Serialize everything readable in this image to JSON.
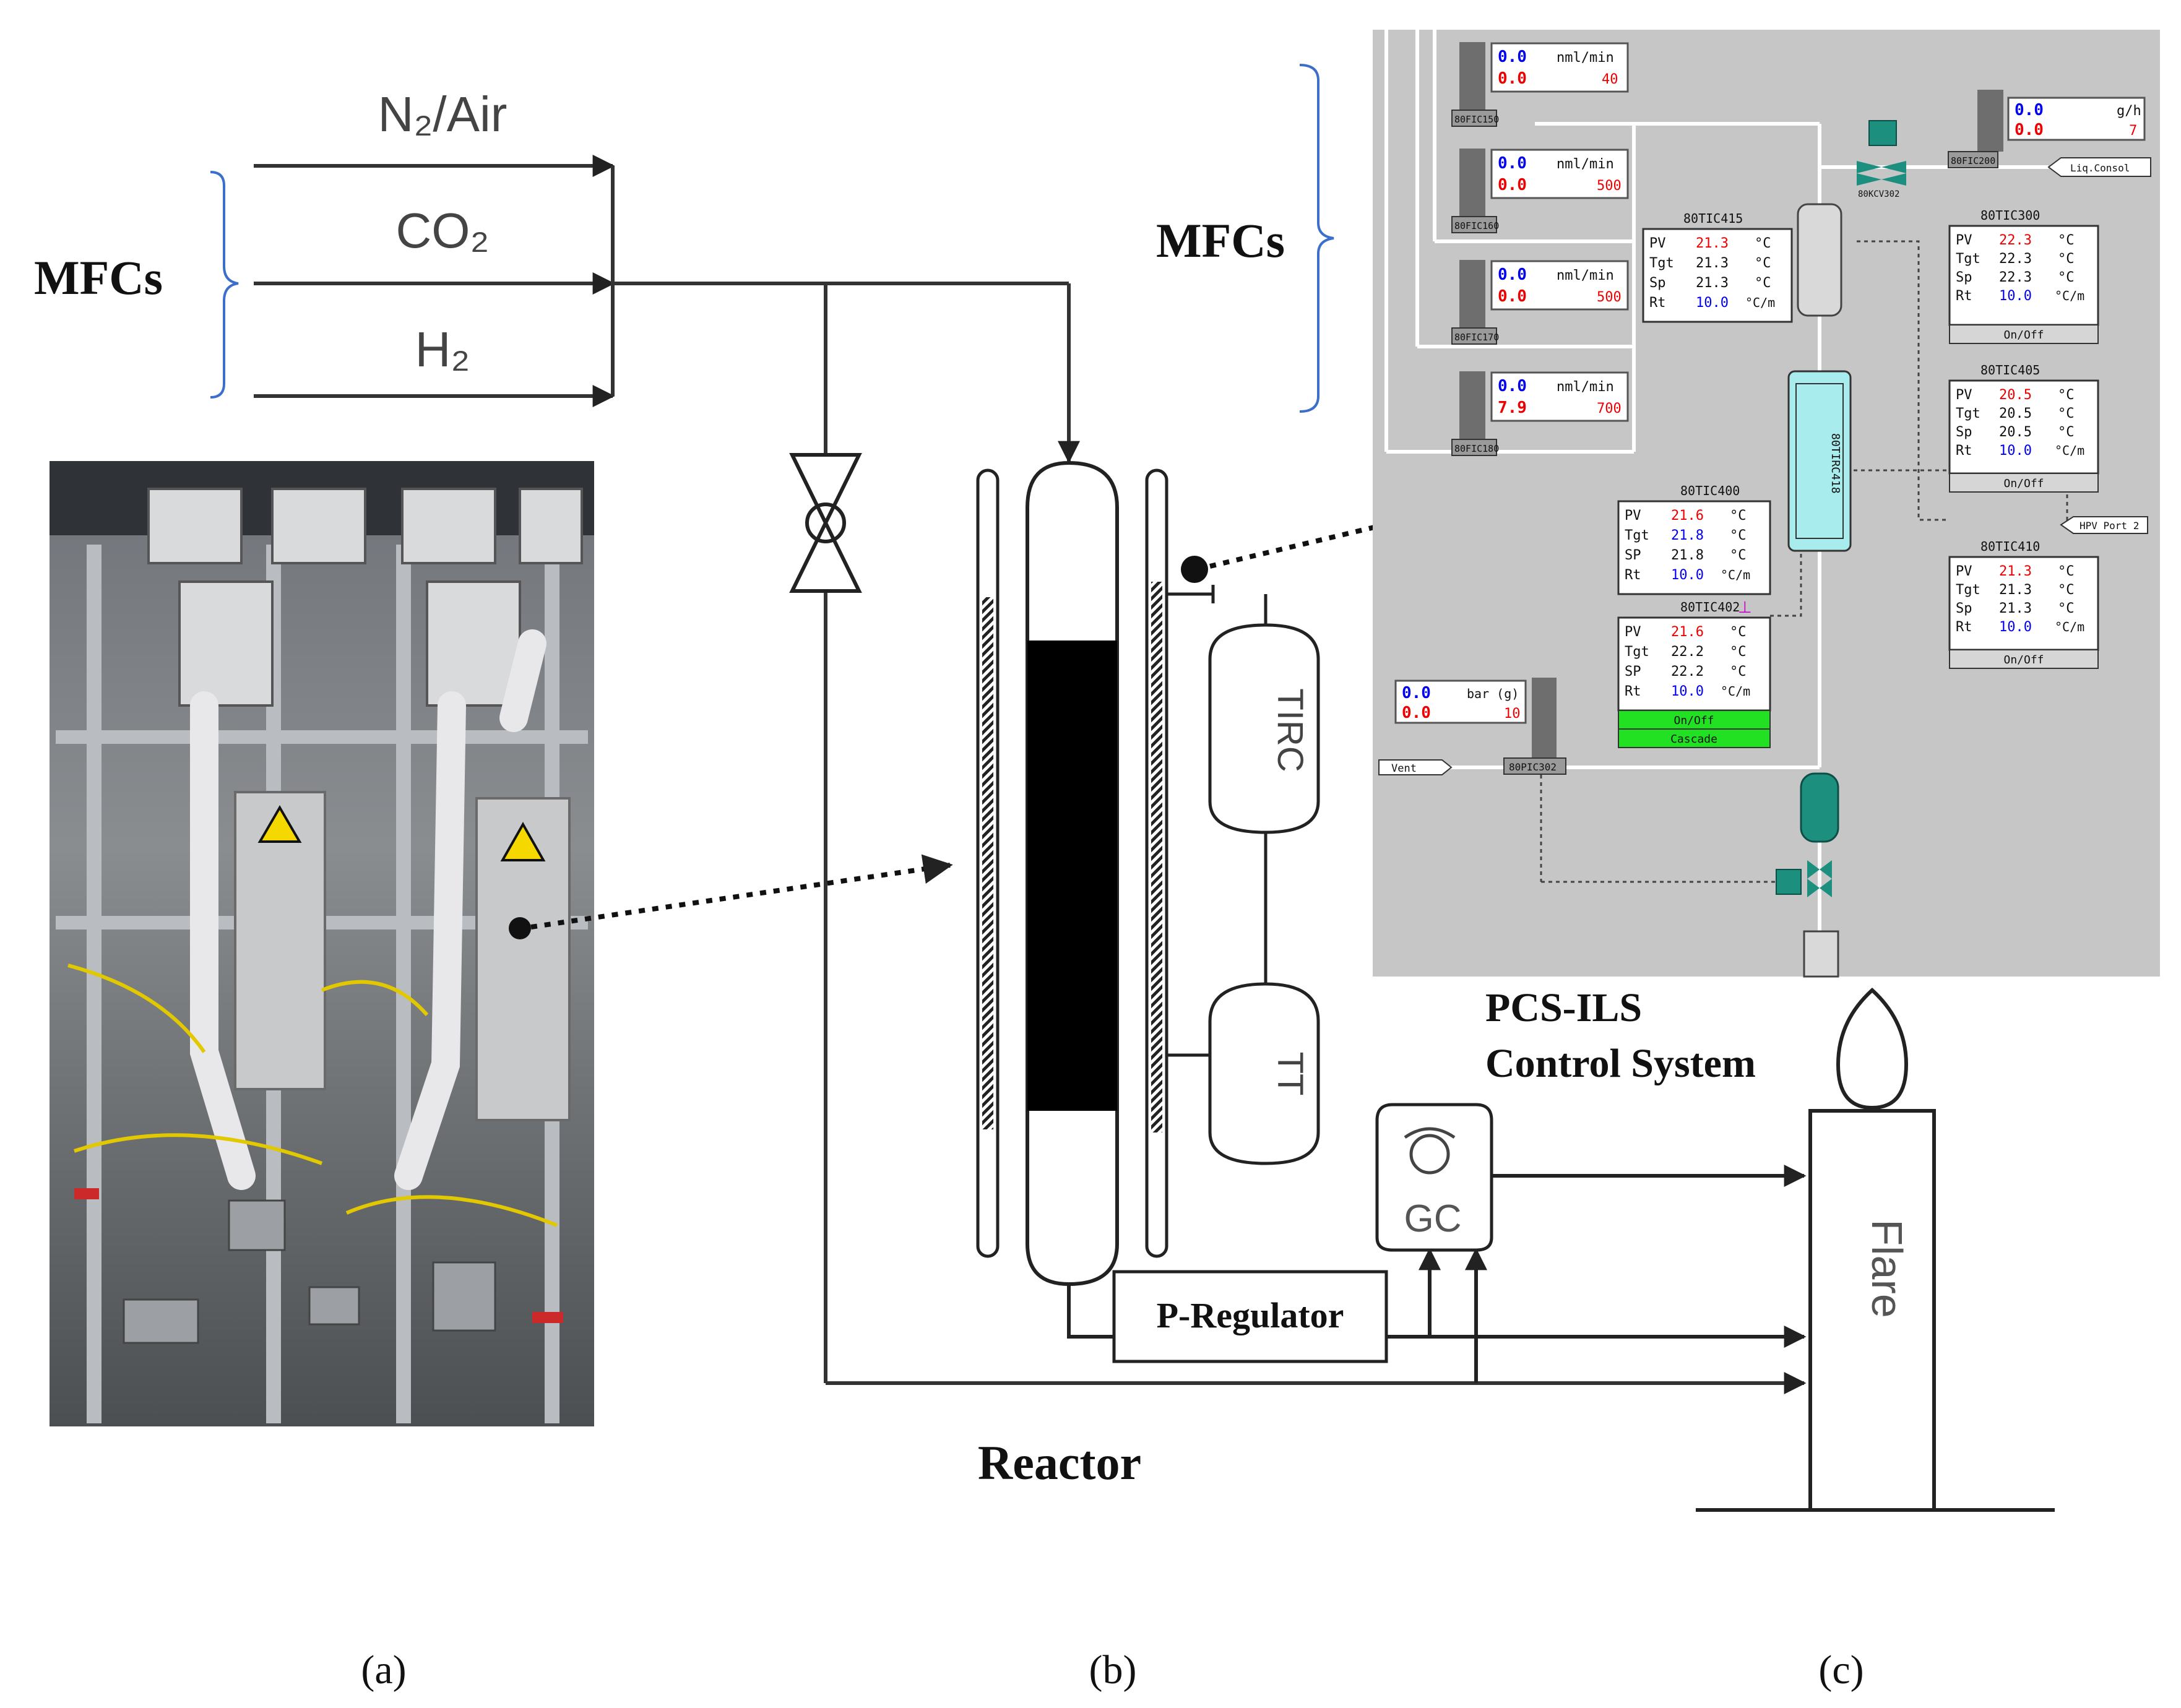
{
  "left_schematic": {
    "mfcs_label": "MFCs",
    "gas_lines": [
      "N₂/Air",
      "CO₂",
      "H₂"
    ]
  },
  "reactor": {
    "label": "Reactor",
    "tirc": "TIRC",
    "tt": "TT",
    "p_regulator": "P-Regulator",
    "gc": "GC",
    "flare": "Flare"
  },
  "control_system": {
    "mfcs_label": "MFCs",
    "title_line1": "PCS-ILS",
    "title_line2": "Control System",
    "unit": "nml/min",
    "mfcs": [
      {
        "tag": "80FIC150",
        "pv": "0.0",
        "sp": "0.0",
        "range": "40"
      },
      {
        "tag": "80FIC160",
        "pv": "0.0",
        "sp": "0.0",
        "range": "500"
      },
      {
        "tag": "80FIC170",
        "pv": "0.0",
        "sp": "0.0",
        "range": "500"
      },
      {
        "tag": "80FIC180",
        "pv": "0.0",
        "sp": "7.9",
        "range": "700"
      }
    ],
    "liquid_flow": {
      "tag": "80FIC200",
      "pv": "0.0",
      "sp": "0.0",
      "unit": "g/h",
      "range": "7",
      "label": "Liq.Consol"
    },
    "valve_tag": "80KCV302",
    "reactor_tag": "80TIRC418",
    "controllers": [
      {
        "name": "80TIC415",
        "rows": [
          [
            "PV",
            "21.3",
            "°C"
          ],
          [
            "Tgt",
            "21.3",
            "°C"
          ],
          [
            "Sp",
            "21.3",
            "°C"
          ],
          [
            "Rt",
            "10.0",
            "°C/m"
          ]
        ]
      },
      {
        "name": "80TIC400",
        "rows": [
          [
            "PV",
            "21.6",
            "°C"
          ],
          [
            "Tgt",
            "21.8",
            "°C"
          ],
          [
            "SP",
            "21.8",
            "°C"
          ],
          [
            "Rt",
            "10.0",
            "°C/m"
          ]
        ]
      },
      {
        "name": "80TIC402",
        "rows": [
          [
            "PV",
            "21.6",
            "°C"
          ],
          [
            "Tgt",
            "22.2",
            "°C"
          ],
          [
            "SP",
            "22.2",
            "°C"
          ],
          [
            "Rt",
            "10.0",
            "°C/m"
          ]
        ]
      },
      {
        "name": "80TIC300",
        "rows": [
          [
            "PV",
            "22.3",
            "°C"
          ],
          [
            "Tgt",
            "22.3",
            "°C"
          ],
          [
            "Sp",
            "22.3",
            "°C"
          ],
          [
            "Rt",
            "10.0",
            "°C/m"
          ]
        ]
      },
      {
        "name": "80TIC405",
        "rows": [
          [
            "PV",
            "20.5",
            "°C"
          ],
          [
            "Tgt",
            "20.5",
            "°C"
          ],
          [
            "Sp",
            "20.5",
            "°C"
          ],
          [
            "Rt",
            "10.0",
            "°C/m"
          ]
        ]
      },
      {
        "name": "80TIC410",
        "rows": [
          [
            "PV",
            "21.3",
            "°C"
          ],
          [
            "Tgt",
            "21.3",
            "°C"
          ],
          [
            "Sp",
            "21.3",
            "°C"
          ],
          [
            "Rt",
            "10.0",
            "°C/m"
          ]
        ]
      }
    ],
    "onoff": "On/Off",
    "cascade": "Cascade",
    "pressure": {
      "tag": "80PIC302",
      "pv": "0.0",
      "sp": "0.0",
      "unit": "bar (g)",
      "range": "10"
    },
    "vent": "Vent",
    "sample_label": "HPV Port 2",
    "colors": {
      "panel_bg": "#c6c6c6",
      "value_blue": "#0000ee",
      "value_red": "#ee0000",
      "reactor_cyan": "#a8ecee",
      "cascade_green": "#22e022",
      "valve_teal": "#1d8f7f"
    }
  },
  "captions": [
    "(a)",
    "(b)",
    "(c)"
  ]
}
